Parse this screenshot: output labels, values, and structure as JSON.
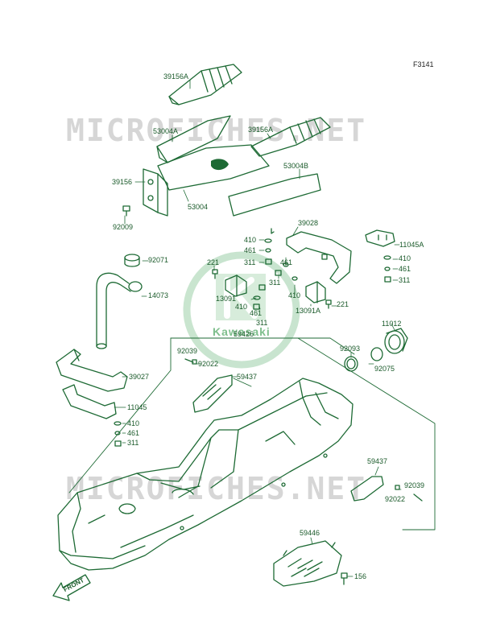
{
  "figure_code": "F3141",
  "watermark_text": "MICROFICHES.NET",
  "brand_logo_text": "Kawasaki",
  "front_arrow_text": "FRONT",
  "colors": {
    "line": "#1d6a34",
    "label": "#1a5a2a",
    "watermark": "#d6d6d6"
  },
  "labels": {
    "p39156A_top": "39156A",
    "p39156A_mid": "39156A",
    "p53004A": "53004A",
    "p53004B": "53004B",
    "p39156": "39156",
    "p53004": "53004",
    "p92009": "92009",
    "p39028": "39028",
    "p11045A": "11045A",
    "p410_a": "410",
    "p461_a": "461",
    "p311_a": "311",
    "p461_b": "461",
    "p221_a": "221",
    "p13091": "13091",
    "p311_b": "311",
    "p410_b": "410",
    "p461_c": "461",
    "p311_c": "311",
    "p410_c": "410",
    "p13091A": "13091A",
    "p221_b": "221",
    "p410_r": "410",
    "p461_r": "461",
    "p311_r": "311",
    "p92071": "92071",
    "p14073": "14073",
    "p59426": "59426",
    "p11012": "11012",
    "p92039_a": "92039",
    "p92022_a": "92022",
    "p59437_a": "59437",
    "p92093": "92093",
    "p92075": "92075",
    "p39027": "39027",
    "p11045": "11045",
    "p410_l": "410",
    "p461_l": "461",
    "p311_l": "311",
    "p59437_b": "59437",
    "p92039_b": "92039",
    "p92022_b": "92022",
    "p59446": "59446",
    "p156": "156"
  }
}
